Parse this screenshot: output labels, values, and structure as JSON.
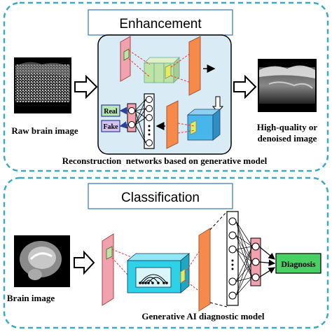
{
  "top_section": {
    "title": "Enhancement",
    "left_caption": "Raw brain image",
    "right_caption_line1": "High-quality or",
    "right_caption_line2": "denoised image",
    "bottom_caption": "Reconstruction  networks based on generative model",
    "discriminator_outputs": [
      "Real",
      "Fake"
    ]
  },
  "bottom_section": {
    "title": "Classification",
    "left_caption": "Brain image",
    "bottom_caption": "Generative AI diagnostic model",
    "output_label": "Diagnosis"
  },
  "colors": {
    "frame_dashed": "#3ba9c4",
    "title_box_border": "#5a8fc8",
    "inner_box_bg": "#d9ecf6",
    "pink_layer": "#f2a2ae",
    "orange_layer": "#f58a4b",
    "yellow_kernel": "#e3ec5f",
    "green_kernel": "#bfe3a6",
    "cyan_block": "#2fd1e6",
    "blue_cube": "#48b6ea",
    "real_box": "#b8e6b3",
    "fake_box": "#d4c3ef",
    "diagnosis_box": "#48d063"
  }
}
